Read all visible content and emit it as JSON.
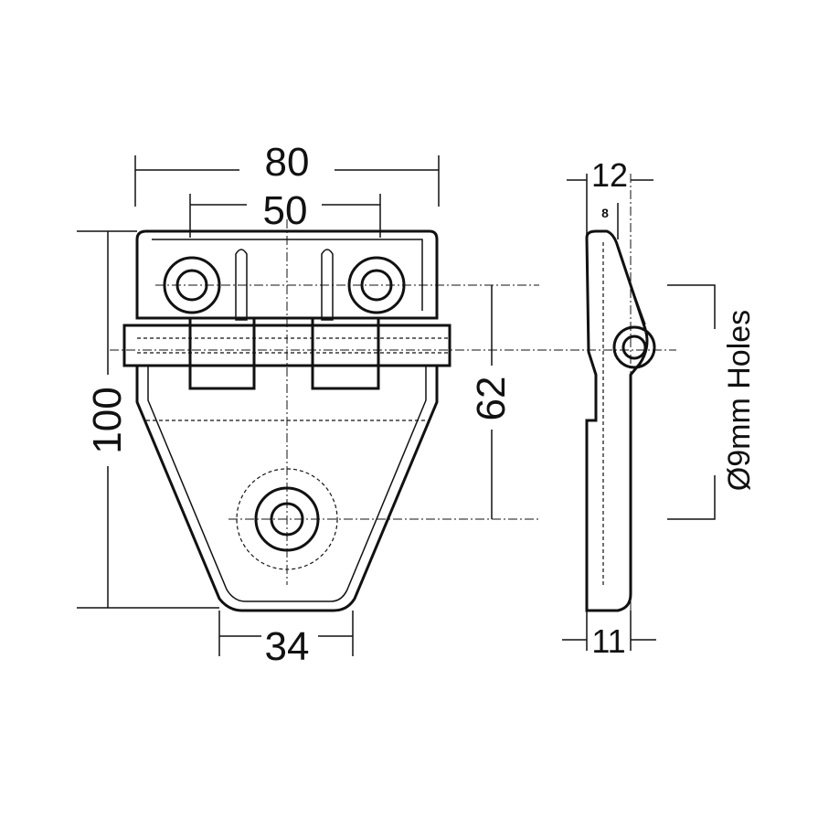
{
  "dimensions": {
    "overall_width": "80",
    "hole_spacing": "50",
    "height": "100",
    "hole_vertical": "62",
    "bottom_width": "34",
    "side_top_width": "12",
    "side_inner": "8",
    "side_bottom_width": "11"
  },
  "label_holes": "Ø9mm Holes"
}
